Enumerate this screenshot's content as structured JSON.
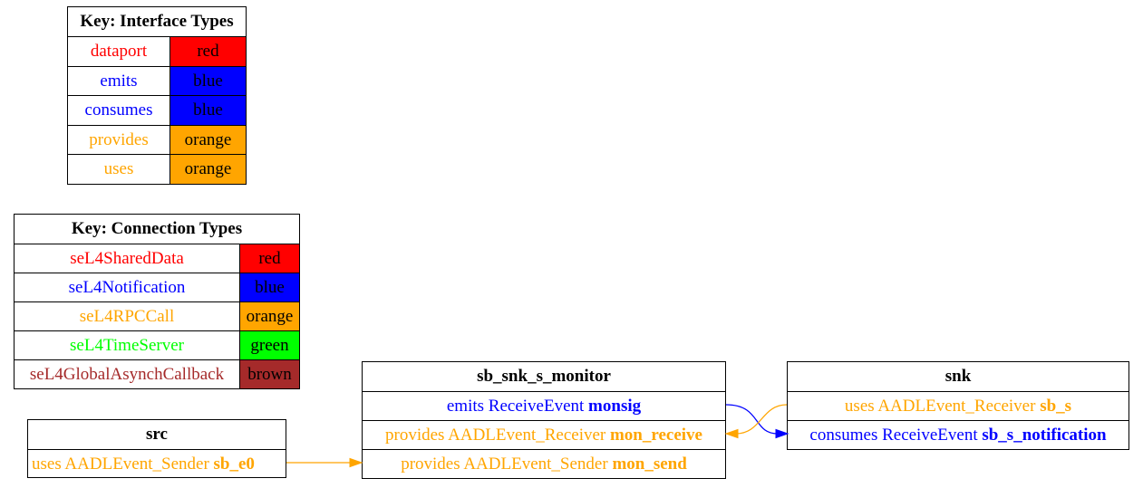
{
  "colors": {
    "red": "#ff0000",
    "blue": "#0000ff",
    "orange": "#ffa500",
    "green": "#00ff00",
    "brown": "#a52a2a"
  },
  "interface_key": {
    "title": "Key: Interface Types",
    "rows": [
      {
        "name": "dataport",
        "color_label": "red"
      },
      {
        "name": "emits",
        "color_label": "blue"
      },
      {
        "name": "consumes",
        "color_label": "blue"
      },
      {
        "name": "provides",
        "color_label": "orange"
      },
      {
        "name": "uses",
        "color_label": "orange"
      }
    ]
  },
  "connection_key": {
    "title": "Key: Connection Types",
    "rows": [
      {
        "name": "seL4SharedData",
        "color_label": "red"
      },
      {
        "name": "seL4Notification",
        "color_label": "blue"
      },
      {
        "name": "seL4RPCCall",
        "color_label": "orange"
      },
      {
        "name": "seL4TimeServer",
        "color_label": "green"
      },
      {
        "name": "seL4GlobalAsynchCallback",
        "color_label": "brown"
      }
    ]
  },
  "components": {
    "src": {
      "title": "src",
      "ports": [
        {
          "prefix": "uses AADLEvent_Sender ",
          "name": "sb_e0"
        }
      ]
    },
    "monitor": {
      "title": "sb_snk_s_monitor",
      "ports": [
        {
          "prefix": "emits ReceiveEvent ",
          "name": "monsig"
        },
        {
          "prefix": "provides AADLEvent_Receiver ",
          "name": "mon_receive"
        },
        {
          "prefix": "provides AADLEvent_Sender ",
          "name": "mon_send"
        }
      ]
    },
    "snk": {
      "title": "snk",
      "ports": [
        {
          "prefix": "uses AADLEvent_Receiver ",
          "name": "sb_s"
        },
        {
          "prefix": "consumes ReceiveEvent ",
          "name": "sb_s_notification"
        }
      ]
    }
  }
}
